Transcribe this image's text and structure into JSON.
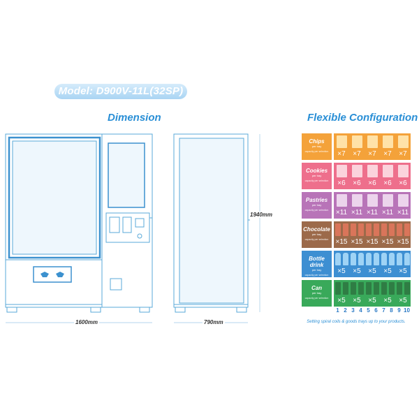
{
  "model_label": "Model: D900V-11L(32SP)",
  "dimension_heading": "Dimension",
  "config_heading": "Flexible Configuration",
  "dimensions": {
    "width": "1600mm",
    "depth": "790mm",
    "height": "1940mm"
  },
  "rows": [
    {
      "name": "Chips",
      "per": "per tray",
      "capacity": "capacity per selection",
      "multiplier": "×7",
      "count": 5,
      "color": "#f4a23a",
      "item_color": "#ffe2a8"
    },
    {
      "name": "Cookies",
      "per": "per tray",
      "capacity": "capacity per selection",
      "multiplier": "×6",
      "count": 5,
      "color": "#ee6f8c",
      "item_color": "#fbd3dc"
    },
    {
      "name": "Pastries",
      "per": "per tray",
      "capacity": "capacity per selection",
      "multiplier": "×11",
      "count": 5,
      "color": "#b874b8",
      "item_color": "#ecd4ec"
    },
    {
      "name": "Chocolate",
      "per": "per tray",
      "capacity": "capacity per selection",
      "multiplier": "×15",
      "count": 10,
      "color": "#9c6a4a",
      "item_color": "#d9755a"
    },
    {
      "name": "Bottle drink",
      "per": "per tray",
      "capacity": "capacity per selection",
      "multiplier": "×5",
      "count": 10,
      "color": "#3d8fd2",
      "item_color": "#9fd3f5"
    },
    {
      "name": "Can",
      "per": "per tray",
      "capacity": "capacity per selection",
      "multiplier": "×5",
      "count": 10,
      "color": "#39a95a",
      "item_color": "#2f7d44"
    }
  ],
  "column_numbers": [
    "1",
    "2",
    "3",
    "4",
    "5",
    "6",
    "7",
    "8",
    "9",
    "10"
  ],
  "caption": "Setting spiral coils & goods trays up to your products.",
  "colors": {
    "line": "#5aa9d8",
    "accent": "#2a8fd6"
  }
}
